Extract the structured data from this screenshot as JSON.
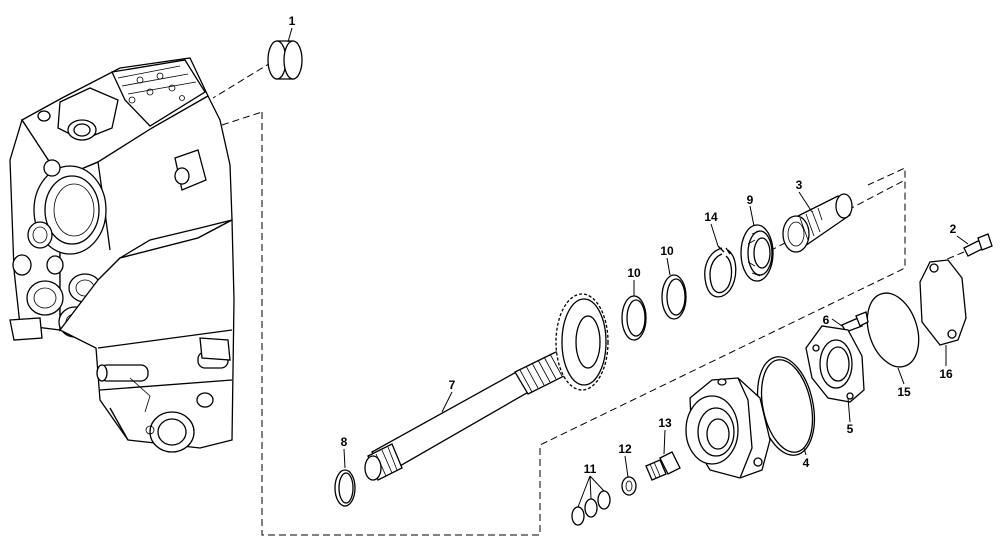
{
  "callouts": [
    {
      "id": "c1",
      "text": "1"
    },
    {
      "id": "c2",
      "text": "2"
    },
    {
      "id": "c3",
      "text": "3"
    },
    {
      "id": "c4",
      "text": "4"
    },
    {
      "id": "c5",
      "text": "5"
    },
    {
      "id": "c6",
      "text": "6"
    },
    {
      "id": "c7",
      "text": "7"
    },
    {
      "id": "c8",
      "text": "8"
    },
    {
      "id": "c9",
      "text": "9"
    },
    {
      "id": "c10a",
      "text": "10"
    },
    {
      "id": "c10b",
      "text": "10"
    },
    {
      "id": "c11",
      "text": "11"
    },
    {
      "id": "c12",
      "text": "12"
    },
    {
      "id": "c13",
      "text": "13"
    },
    {
      "id": "c14",
      "text": "14"
    },
    {
      "id": "c15",
      "text": "15"
    },
    {
      "id": "c16",
      "text": "16"
    }
  ]
}
